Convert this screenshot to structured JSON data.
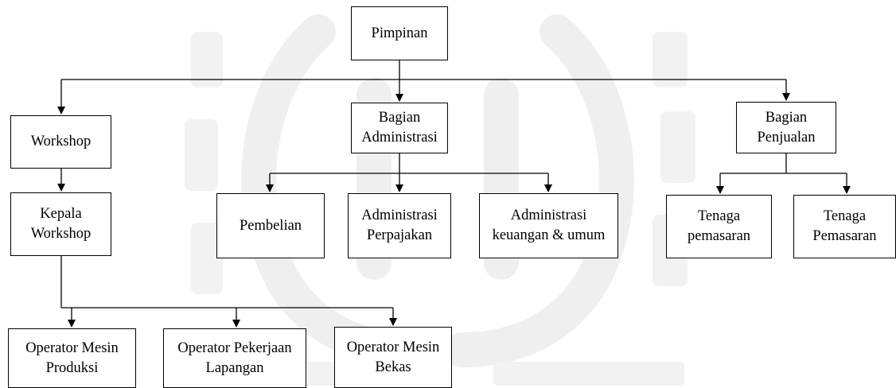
{
  "diagram": {
    "type": "org-chart",
    "nodes": {
      "pimpinan": "Pimpinan",
      "workshop": "Workshop",
      "bagian_administrasi": "Bagian\nAdministrasi",
      "bagian_penjualan": "Bagian\nPenjualan",
      "kepala_workshop": "Kepala\nWorkshop",
      "pembelian": "Pembelian",
      "administrasi_perpajakan": "Administrasi\nPerpajakan",
      "administrasi_keuangan": "Administrasi\nkeuangan & umum",
      "tenaga_pemasaran_1": "Tenaga\npemasaran",
      "tenaga_pemasaran_2": "Tenaga\nPemasaran",
      "operator_mesin_produksi": "Operator Mesin\nProduksi",
      "operator_pekerjaan_lapangan": "Operator Pekerjaan\nLapangan",
      "operator_mesin_bekas": "Operator Mesin\nBekas"
    },
    "edges": [
      [
        "pimpinan",
        "workshop"
      ],
      [
        "pimpinan",
        "bagian_administrasi"
      ],
      [
        "pimpinan",
        "bagian_penjualan"
      ],
      [
        "workshop",
        "kepala_workshop"
      ],
      [
        "bagian_administrasi",
        "pembelian"
      ],
      [
        "bagian_administrasi",
        "administrasi_perpajakan"
      ],
      [
        "bagian_administrasi",
        "administrasi_keuangan"
      ],
      [
        "bagian_penjualan",
        "tenaga_pemasaran_1"
      ],
      [
        "bagian_penjualan",
        "tenaga_pemasaran_2"
      ],
      [
        "kepala_workshop",
        "operator_mesin_produksi"
      ],
      [
        "kepala_workshop",
        "operator_pekerjaan_lapangan"
      ],
      [
        "kepala_workshop",
        "operator_mesin_bekas"
      ]
    ],
    "colors": {
      "line": "#000000",
      "box_border": "#000000",
      "watermark": "#efefef"
    }
  }
}
